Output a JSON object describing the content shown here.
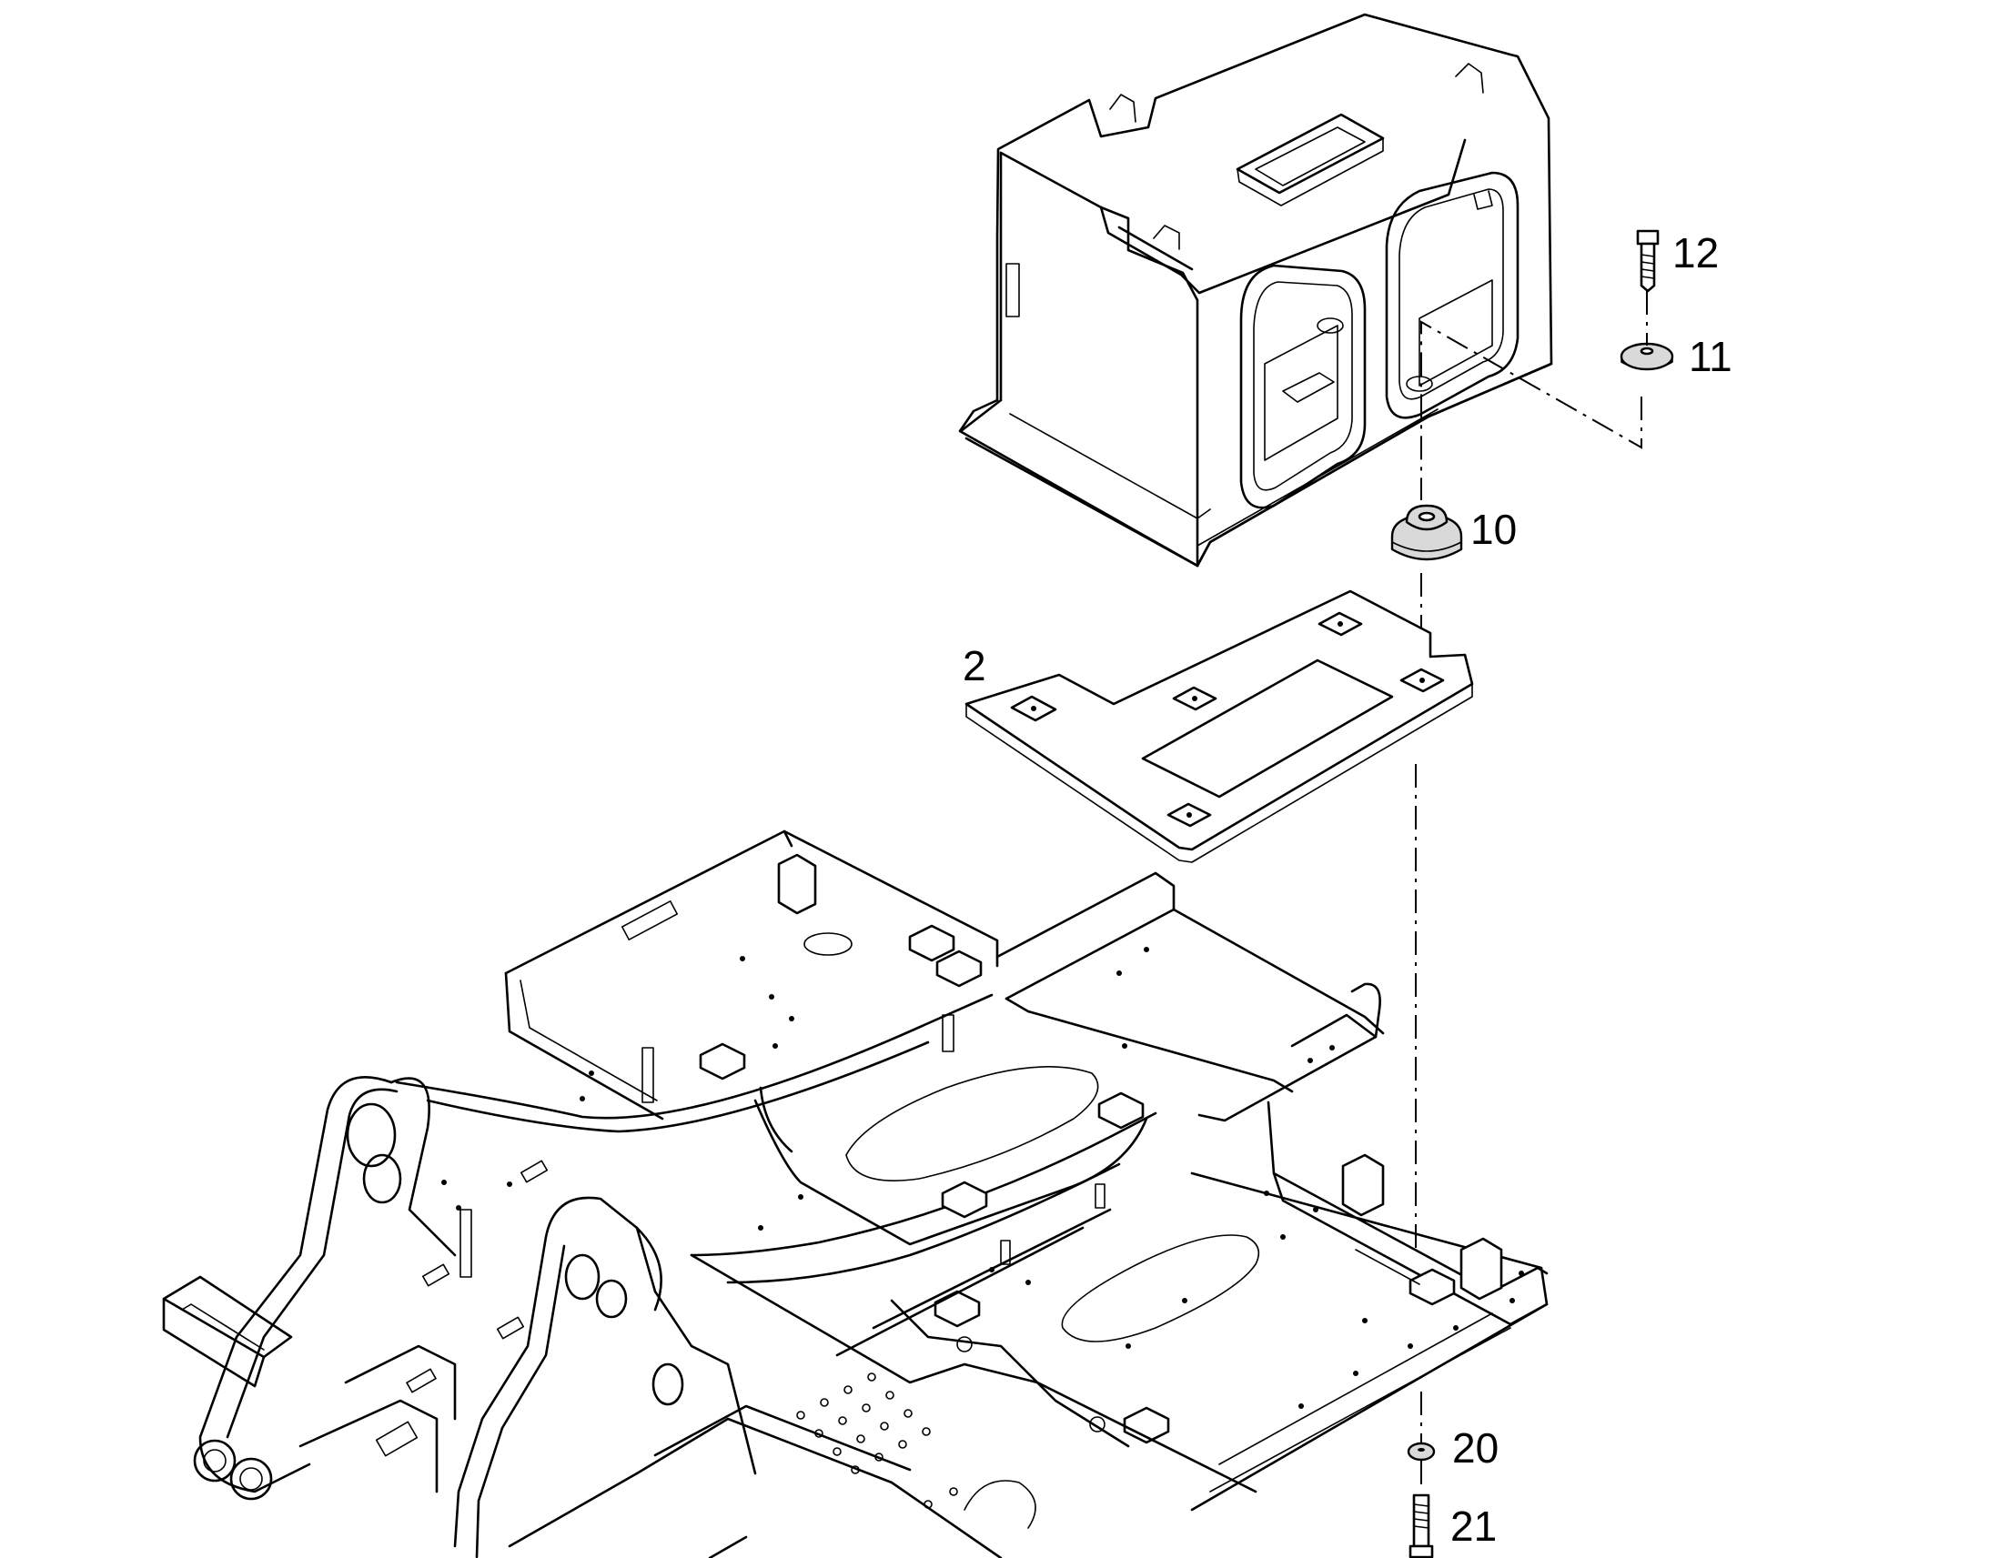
{
  "diagram": {
    "callouts": [
      {
        "id": "c12",
        "label": "12"
      },
      {
        "id": "c11",
        "label": "11"
      },
      {
        "id": "c10",
        "label": "10"
      },
      {
        "id": "c2",
        "label": "2"
      },
      {
        "id": "c20",
        "label": "20"
      },
      {
        "id": "c21",
        "label": "21"
      }
    ]
  },
  "colors": {
    "line": "#000000",
    "background": "#ffffff",
    "rubber": "#d9d9d9"
  }
}
